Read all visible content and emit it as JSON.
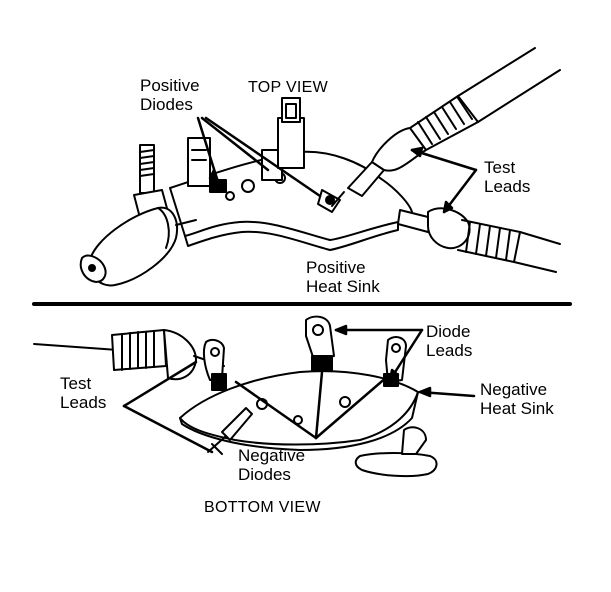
{
  "diagram": {
    "top_view": {
      "title": "TOP VIEW",
      "labels": {
        "positive_diodes": [
          "Positive",
          "Diodes"
        ],
        "test_leads": [
          "Test",
          "Leads"
        ],
        "positive_heat_sink": [
          "Positive",
          "Heat Sink"
        ]
      }
    },
    "bottom_view": {
      "title": "BOTTOM VIEW",
      "labels": {
        "diode_leads": [
          "Diode",
          "Leads"
        ],
        "test_leads": [
          "Test",
          "Leads"
        ],
        "negative_heat_sink": [
          "Negative",
          "Heat Sink"
        ],
        "negative_diodes": [
          "Negative",
          "Diodes"
        ]
      }
    },
    "colors": {
      "ink": "#000000",
      "paper": "#ffffff"
    }
  }
}
